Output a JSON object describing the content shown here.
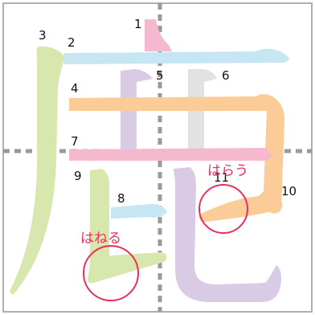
{
  "character": "鹿",
  "stroke_numbers": [
    "1",
    "2",
    "3",
    "4",
    "5",
    "6",
    "7",
    "8",
    "9",
    "10",
    "11"
  ],
  "annotations": {
    "hane_label": "はねる",
    "harai_label": "はらう"
  },
  "colors": {
    "pink": "#f4b8cf",
    "blue": "#c6e6f3",
    "green": "#d8e7ae",
    "orange": "#fbcc97",
    "lavender": "#d9cbe5",
    "gray": "#e2e2e2",
    "guide": "#9a9a9a",
    "annotation": "#e8305a"
  }
}
